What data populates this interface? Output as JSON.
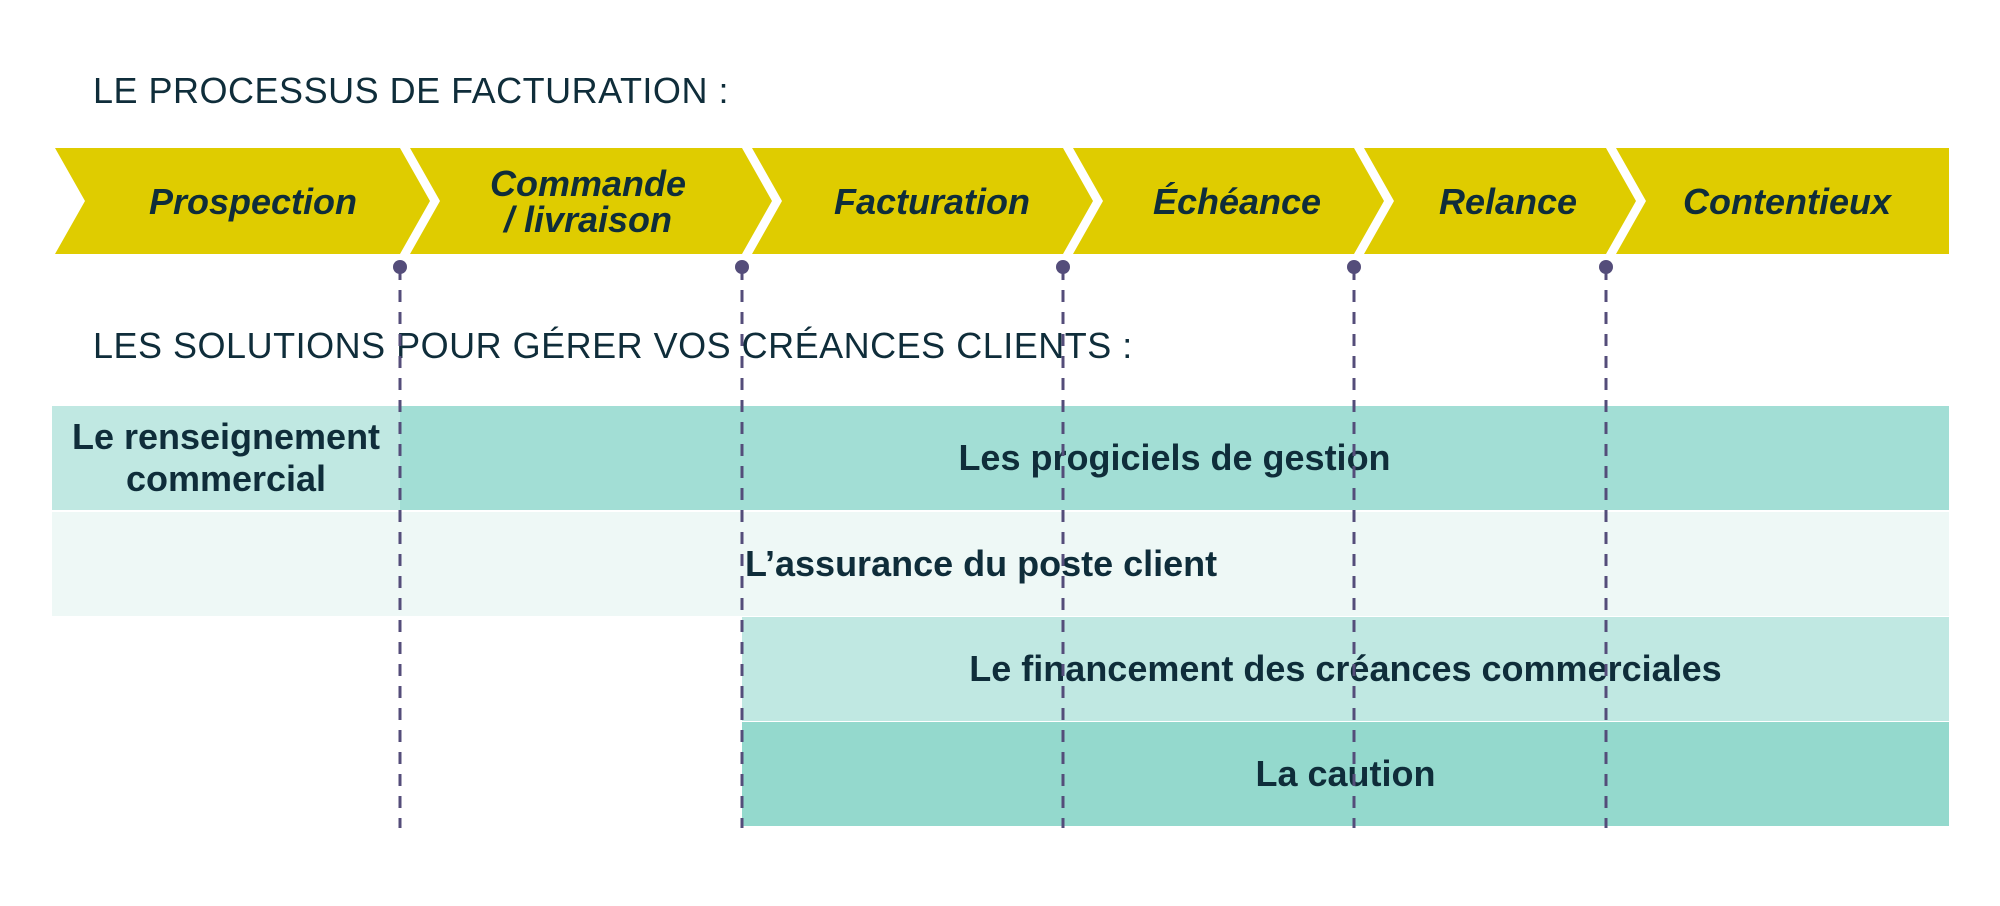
{
  "headings": {
    "process": "LE PROCESSUS DE FACTURATION :",
    "solutions": "LES SOLUTIONS POUR GÉRER VOS CRÉANCES CLIENTS :"
  },
  "process_steps": [
    {
      "lines": [
        "Prospection"
      ]
    },
    {
      "lines": [
        "Commande",
        "/ livraison"
      ]
    },
    {
      "lines": [
        "Facturation"
      ]
    },
    {
      "lines": [
        "Échéance"
      ]
    },
    {
      "lines": [
        "Relance"
      ]
    },
    {
      "lines": [
        "Contentieux"
      ]
    }
  ],
  "solutions": {
    "renseignement": {
      "line1": "Le renseignement",
      "line2": "commercial"
    },
    "progiciels": "Les progiciels de gestion",
    "assurance": "L’assurance du poste client",
    "financement": "Le financement des créances commerciales",
    "caution": "La caution"
  },
  "colors": {
    "chevron": "#dfcc00",
    "text": "#0f2d3a",
    "marker": "#544d7a",
    "band_light": "#c0e8e2",
    "band_medium": "#a2ded5",
    "band_pale": "#eef8f6",
    "band_dark": "#94d9cd"
  }
}
